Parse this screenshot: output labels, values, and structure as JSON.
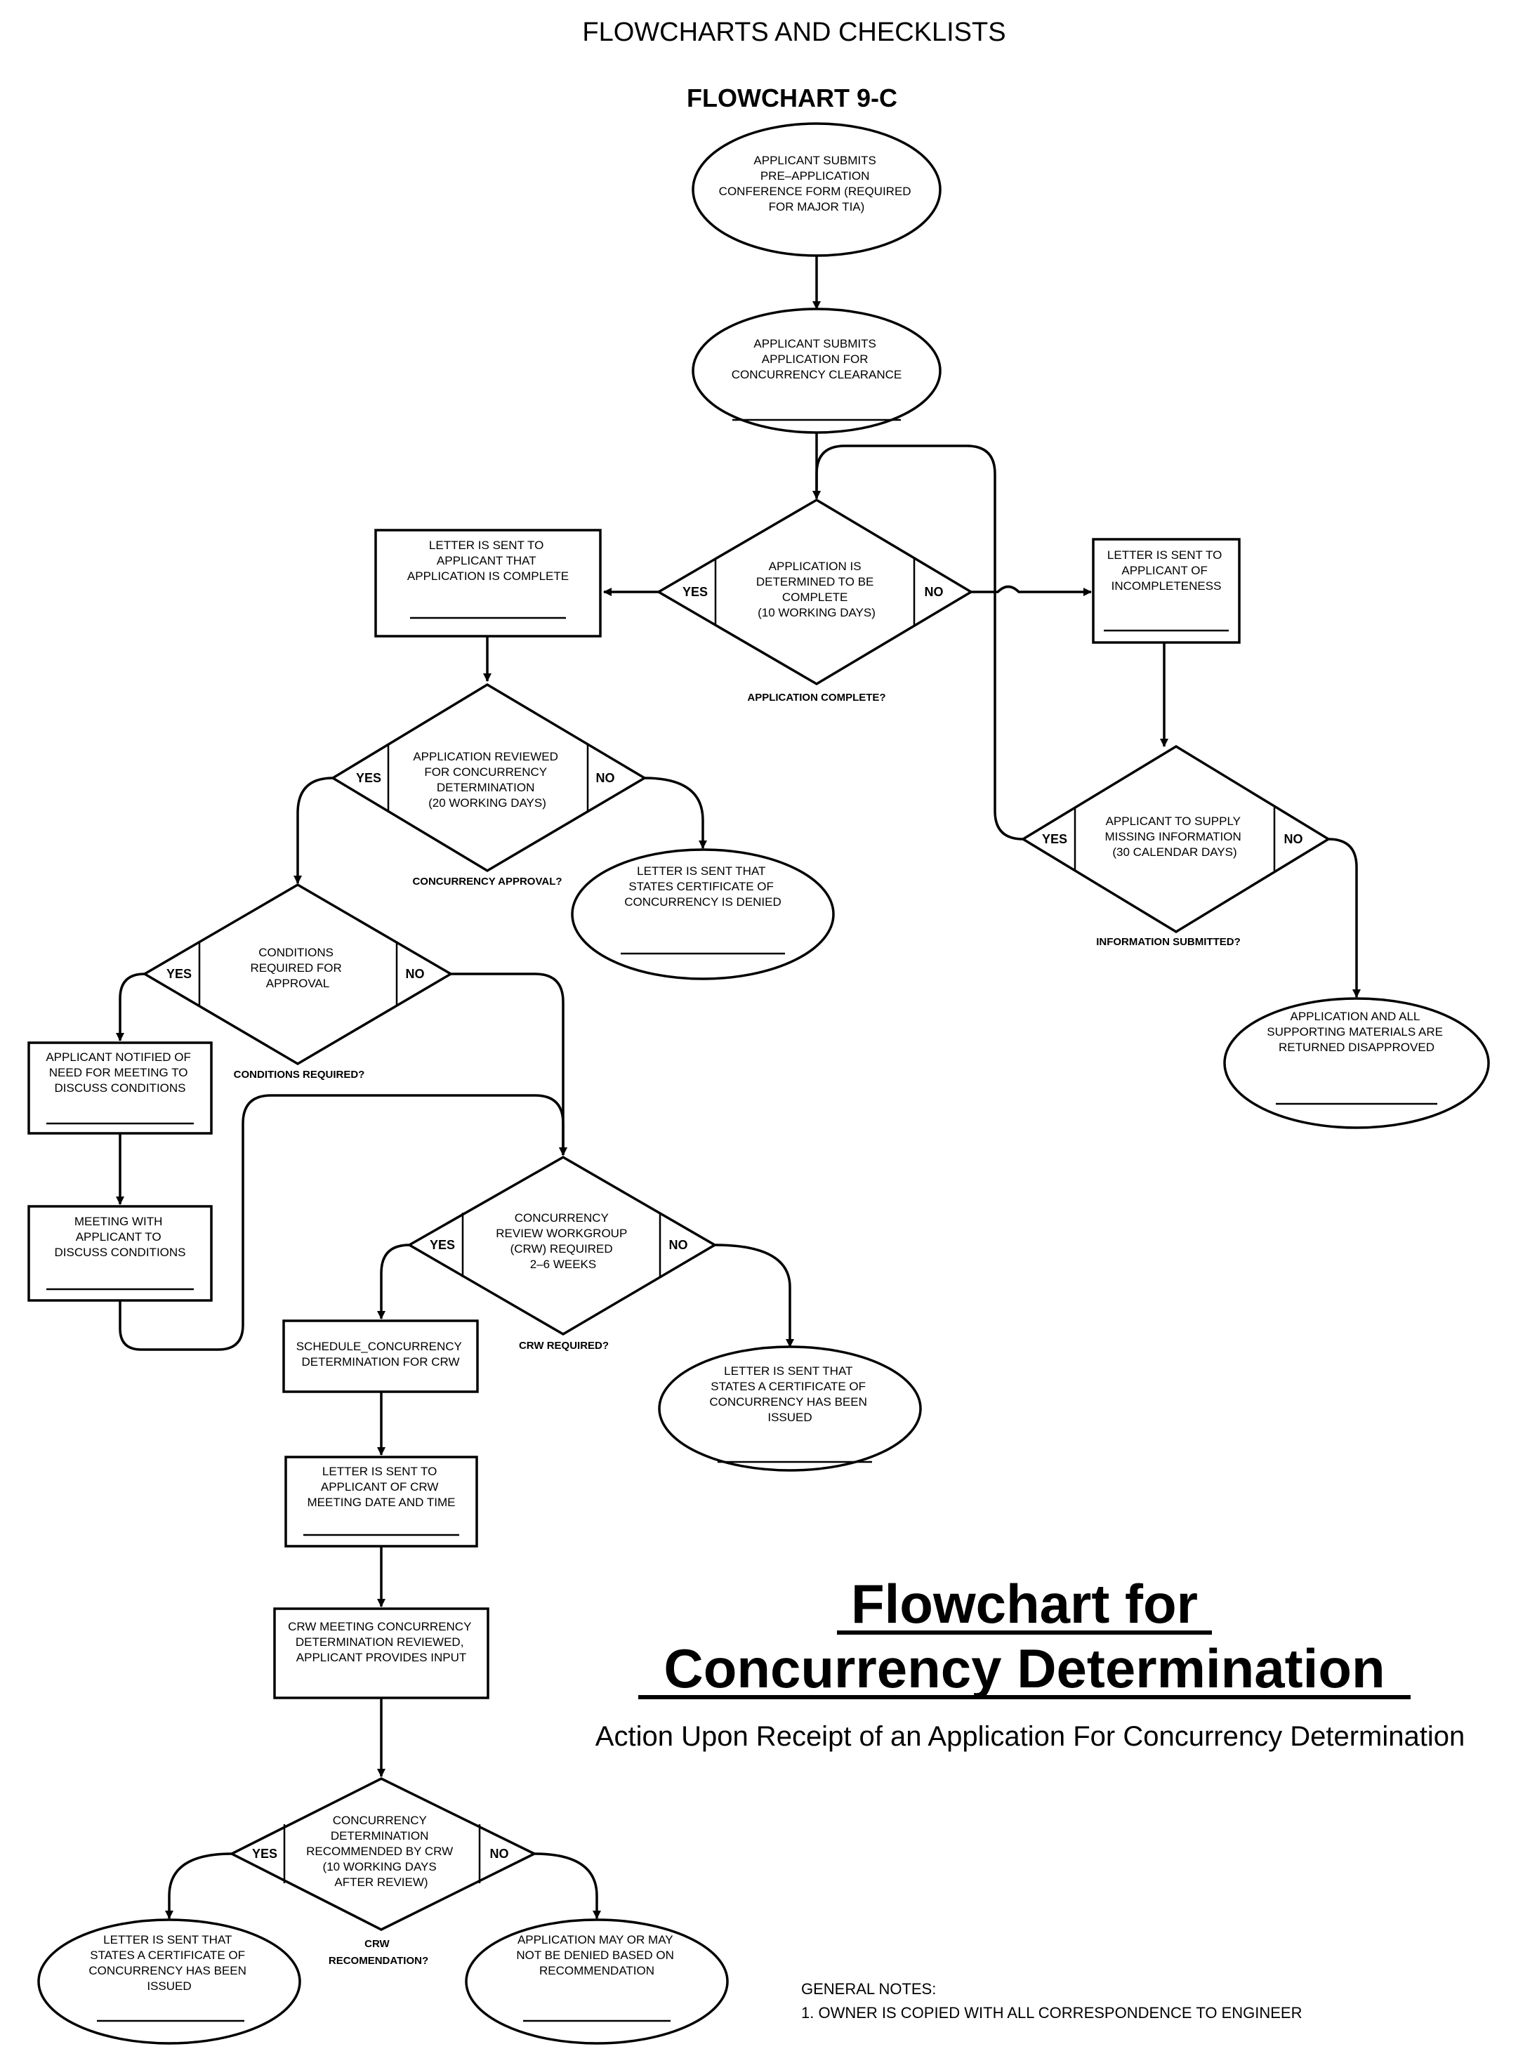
{
  "header": {
    "section": "FLOWCHARTS AND CHECKLISTS",
    "number": "FLOWCHART 9-C"
  },
  "title": {
    "line1": "Flowchart for",
    "line2": "Concurrency Determination",
    "subtitle": "Action Upon Receipt of an Application For Concurrency Determination"
  },
  "notes": {
    "heading": "GENERAL NOTES:",
    "item1": "1.  OWNER IS COPIED WITH ALL CORRESPONDENCE TO ENGINEER"
  },
  "yes_label": "YES",
  "no_label": "NO",
  "nodes": {
    "n1": [
      "APPLICANT SUBMITS",
      "PRE–APPLICATION",
      "CONFERENCE FORM (REQUIRED",
      "FOR MAJOR TIA)"
    ],
    "n2": [
      "APPLICANT SUBMITS",
      "APPLICATION FOR",
      "CONCURRENCY CLEARANCE"
    ],
    "d1": [
      "APPLICATION IS",
      "DETERMINED TO BE",
      "COMPLETE",
      "(10 WORKING DAYS)"
    ],
    "d1q": "APPLICATION COMPLETE?",
    "b1": [
      "LETTER IS SENT TO",
      "APPLICANT THAT",
      "APPLICATION IS COMPLETE"
    ],
    "b2": [
      "LETTER IS SENT TO",
      "APPLICANT OF",
      "INCOMPLETENESS"
    ],
    "d2": [
      "APPLICATION REVIEWED",
      "FOR CONCURRENCY",
      "DETERMINATION",
      "(20 WORKING DAYS)"
    ],
    "d2q": "CONCURRENCY APPROVAL?",
    "e3": [
      "LETTER IS SENT THAT",
      "STATES CERTIFICATE OF",
      "CONCURRENCY IS DENIED"
    ],
    "d3": [
      "APPLICANT TO SUPPLY",
      "MISSING INFORMATION",
      "(30 CALENDAR DAYS)"
    ],
    "d3q": "INFORMATION SUBMITTED?",
    "e4": [
      "APPLICATION AND ALL",
      "SUPPORTING MATERIALS ARE",
      "RETURNED DISAPPROVED"
    ],
    "d4": [
      "CONDITIONS",
      "REQUIRED FOR",
      "APPROVAL"
    ],
    "d4q": "CONDITIONS REQUIRED?",
    "b3": [
      "APPLICANT NOTIFIED OF",
      "NEED FOR MEETING TO",
      "DISCUSS CONDITIONS"
    ],
    "b4": [
      "MEETING WITH",
      "APPLICANT TO",
      "DISCUSS CONDITIONS"
    ],
    "d5": [
      "CONCURRENCY",
      "REVIEW WORKGROUP",
      "(CRW) REQUIRED",
      "2–6 WEEKS"
    ],
    "d5q": "CRW REQUIRED?",
    "b5": [
      "SCHEDULE_CONCURRENCY",
      "DETERMINATION FOR CRW"
    ],
    "e5": [
      "LETTER IS SENT THAT",
      "STATES A CERTIFICATE OF",
      "CONCURRENCY HAS BEEN",
      "ISSUED"
    ],
    "b6": [
      "LETTER IS SENT TO",
      "APPLICANT OF CRW",
      "MEETING DATE AND TIME"
    ],
    "b7": [
      "CRW MEETING CONCURRENCY",
      "DETERMINATION REVIEWED,",
      "APPLICANT PROVIDES INPUT"
    ],
    "d6": [
      "CONCURRENCY",
      "DETERMINATION",
      "RECOMMENDED BY CRW",
      "(10 WORKING DAYS",
      "AFTER REVIEW)"
    ],
    "d6q": [
      "CRW",
      "RECOMENDATION?"
    ],
    "e6": [
      "LETTER IS SENT THAT",
      "STATES A CERTIFICATE OF",
      "CONCURRENCY HAS BEEN",
      "ISSUED"
    ],
    "e7": [
      "APPLICATION MAY OR MAY",
      "NOT BE DENIED BASED ON",
      "RECOMMENDATION"
    ]
  }
}
